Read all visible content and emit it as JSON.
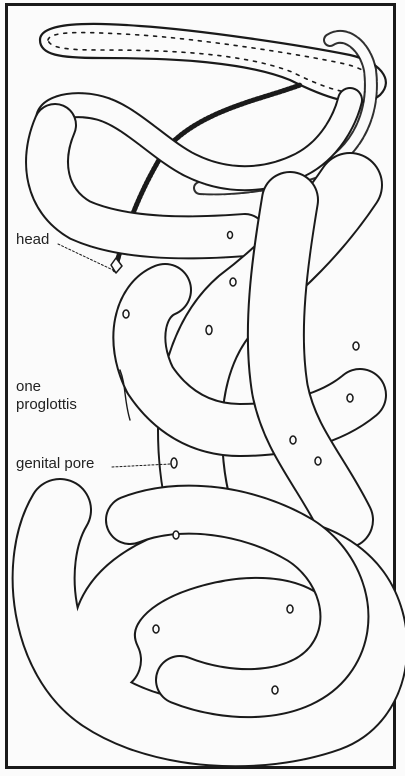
{
  "figure": {
    "subject": "tapeworm",
    "labels": {
      "head": "head",
      "proglottis_line1": "one",
      "proglottis_line2": "proglottis",
      "genital_pore": "genital pore"
    }
  },
  "colors": {
    "ink": "#1a1a1a",
    "paper": "#fbfbfb"
  }
}
